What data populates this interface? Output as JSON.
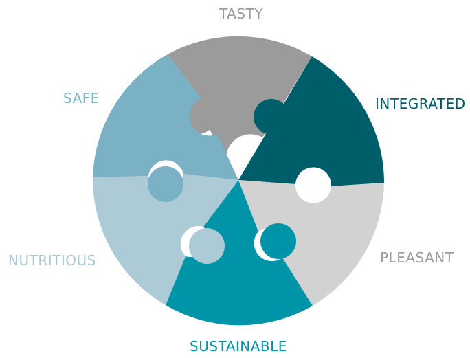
{
  "diagram": {
    "pieces": [
      {
        "id": "tasty",
        "label": "TASTY",
        "color": "#9b9b9b",
        "label_color": "#9a9a9a"
      },
      {
        "id": "integrated",
        "label": "INTEGRATED",
        "color": "#005e6b",
        "label_color": "#005e6b"
      },
      {
        "id": "pleasant",
        "label": "PLEASANT",
        "color": "#d2d2d2",
        "label_color": "#9c9c9c"
      },
      {
        "id": "sustainable",
        "label": "SUSTAINABLE",
        "color": "#0094a9",
        "label_color": "#0094a9"
      },
      {
        "id": "nutritious",
        "label": "NUTRITIOUS",
        "color": "#adcbd6",
        "label_color": "#a9c6d2"
      },
      {
        "id": "safe",
        "label": "SAFE",
        "color": "#7bb1c4",
        "label_color": "#7bb1c4"
      }
    ]
  }
}
